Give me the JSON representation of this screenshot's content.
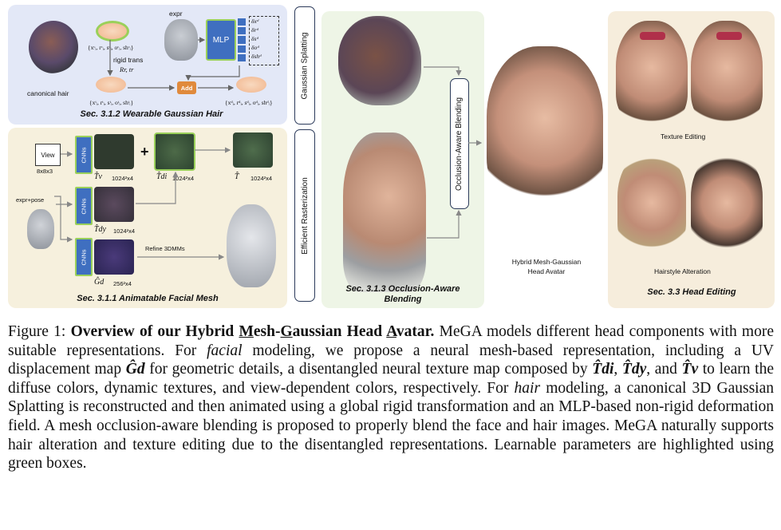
{
  "hair_panel": {
    "title": "Sec. 3.1.2 Wearable Gaussian Hair",
    "canonical_label": "canonical hair",
    "expr_label": "expr",
    "mlp_label": "MLP",
    "rigid_label": "rigid trans",
    "rigid_params": "Rr, tr",
    "add_label": "Add",
    "params_top": "{xᶜᵢ, rᶜᵢ, sᶜᵢ, oᶜᵢ, shᶜᵢ}",
    "params_mid": "{xᵗᵢ, rᵗᵢ, sᵗᵢ, oᵗᵢ, shᵗᵢ}",
    "params_out": "{xᵈᵢ, rᵈᵢ, sᵈᵢ, oᵈᵢ, shᵈᵢ}",
    "deltas": [
      "δxᵈ",
      "δrᵈ",
      "δsᵈ",
      "δoᵈ",
      "δshᵈ"
    ]
  },
  "face_panel": {
    "title": "Sec. 3.1.1 Animatable Facial Mesh",
    "view_label": "View",
    "view_dim": "8x8x3",
    "cnn_label": "CNNs",
    "expr_pose_label": "expr+pose",
    "plus": "+",
    "tv_label": "T̂v",
    "tv_dim": "1024²x4",
    "tdi_label": "T̂di",
    "tdi_dim": "1024²x4",
    "t_label": "T̂",
    "t_dim": "1024²x4",
    "tdy_label": "T̂dy",
    "tdy_dim": "1024²x4",
    "gd_label": "Ĝd",
    "gd_dim": "256²x4",
    "refine_label": "Refine 3DMMs"
  },
  "middle": {
    "gaussian_splatting": "Gaussian Splatting",
    "efficient_rasterization": "Efficient Rasterization",
    "occlusion_blending": "Occlusion-Aware Blending",
    "blend_title_1": "Sec. 3.1.3 Occlusion-Aware",
    "blend_title_2": "Blending"
  },
  "avatar": {
    "label_1": "Hybrid Mesh-Gaussian",
    "label_2": "Head Avatar"
  },
  "edit_panel": {
    "texture_label": "Texture Editing",
    "hairstyle_label": "Hairstyle Alteration",
    "title": "Sec. 3.3 Head Editing"
  },
  "caption": {
    "fig": "Figure 1:",
    "title_a": "Overview of our Hybrid ",
    "title_M": "M",
    "title_b": "esh-",
    "title_G": "G",
    "title_c": "aussian Head ",
    "title_A": "A",
    "title_d": "vatar.",
    "body_1": " MeGA models different head components with more suitable representations. For ",
    "facial": "facial",
    "body_2": " modeling, we propose a neural mesh-based representation, including a UV displacement map ",
    "gd": "Ĝd",
    "body_3": " for geometric details, a disentangled neural texture map composed by ",
    "tdi": "T̂di",
    "comma1": ", ",
    "tdy": "T̂dy",
    "and": ", and ",
    "tv": "T̂v",
    "body_4": " to learn the diffuse colors, dynamic textures, and view-dependent colors, respectively. For ",
    "hair": "hair",
    "body_5": " modeling, a canonical 3D Gaussian Splatting is reconstructed and then animated using a global rigid transformation and an MLP-based non-rigid deformation field. A mesh occlusion-aware blending is proposed to properly blend the face and hair images. MeGA naturally supports hair alteration and texture editing due to the disentangled representations. Learnable parameters are highlighted using green boxes."
  },
  "colors": {
    "accent_green": "#9ad05a",
    "mlp_blue": "#3f6fc0",
    "add_orange": "#e08a3c"
  }
}
